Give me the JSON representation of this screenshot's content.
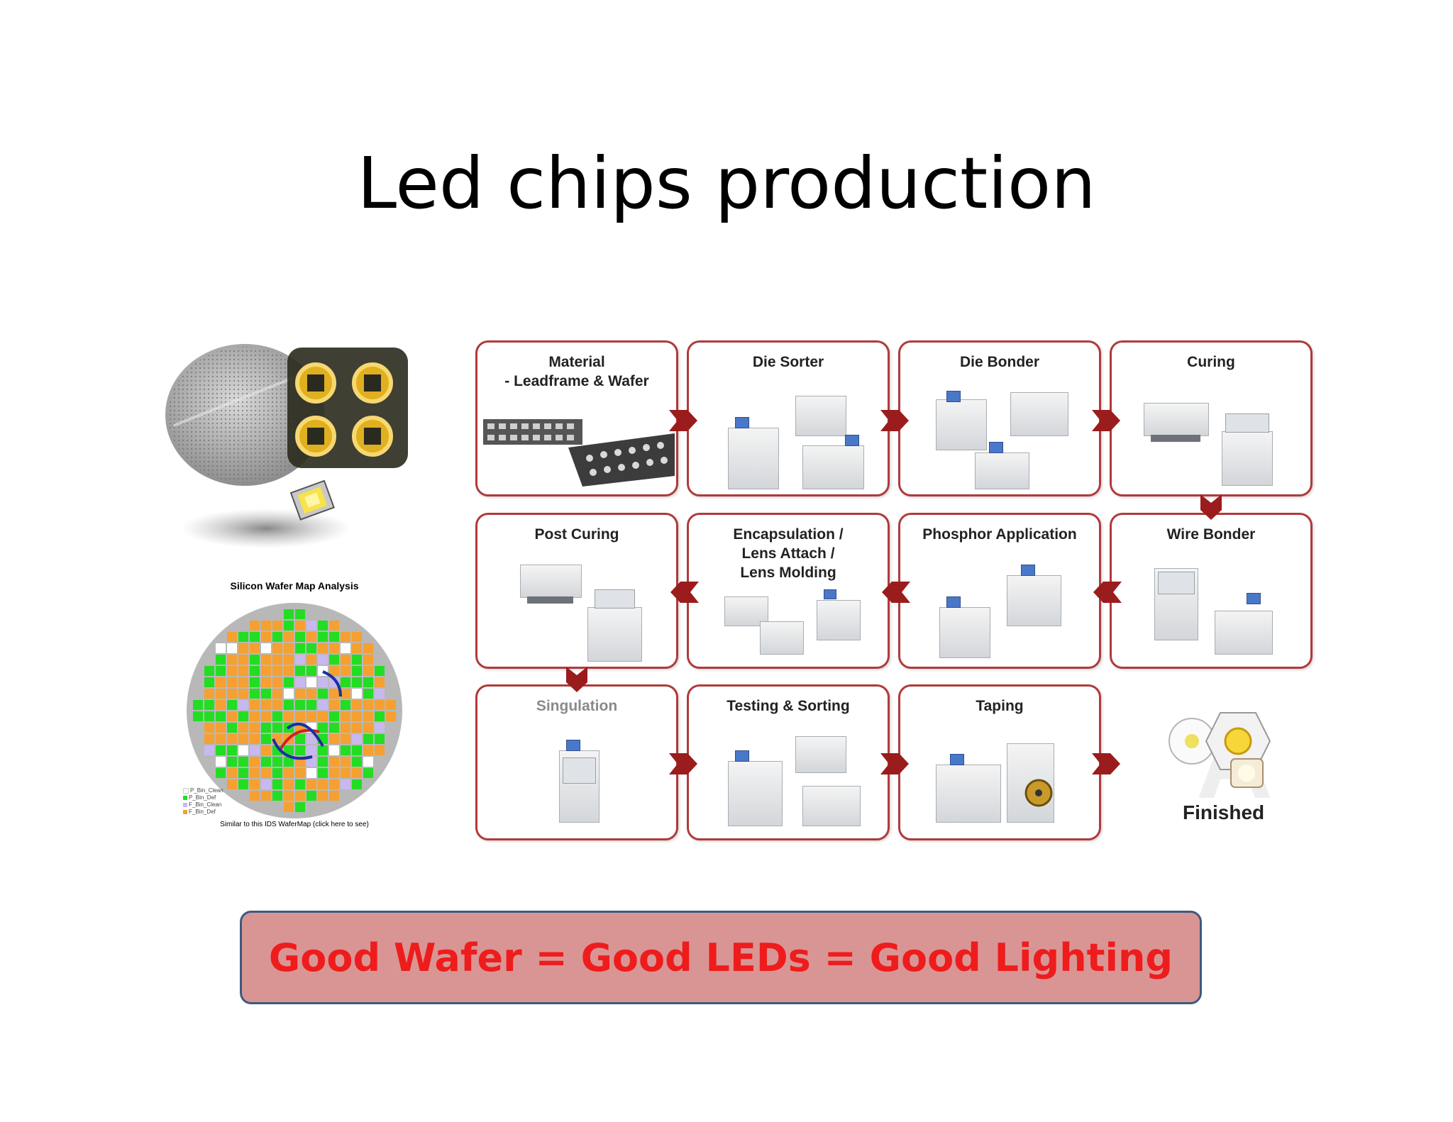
{
  "slide": {
    "title": "Led chips production"
  },
  "wafer_map": {
    "title": "Silicon Wafer Map Analysis",
    "legend": [
      "P_Bin_Clean",
      "P_Bin_Def",
      "F_Bin_Clean",
      "F_Bin_Def"
    ],
    "legend_colors": [
      "#ffffff",
      "#22dd22",
      "#c8b8f0",
      "#f5a030"
    ],
    "note": "Similar to this IDS WaferMap (click here to see)"
  },
  "process": {
    "steps": [
      {
        "label": "Material\n- Leadframe & Wafer"
      },
      {
        "label": "Die Sorter"
      },
      {
        "label": "Die Bonder"
      },
      {
        "label": "Curing"
      },
      {
        "label": "Post Curing"
      },
      {
        "label": "Encapsulation /\nLens Attach /\nLens Molding"
      },
      {
        "label": "Phosphor Application"
      },
      {
        "label": "Wire Bonder"
      },
      {
        "label": "Singulation"
      },
      {
        "label": "Testing & Sorting"
      },
      {
        "label": "Taping"
      }
    ],
    "finished_label": "Finished",
    "accent_color": "#9b1c1c"
  },
  "footer": {
    "text": "Good Wafer = Good LEDs = Good Lighting"
  }
}
